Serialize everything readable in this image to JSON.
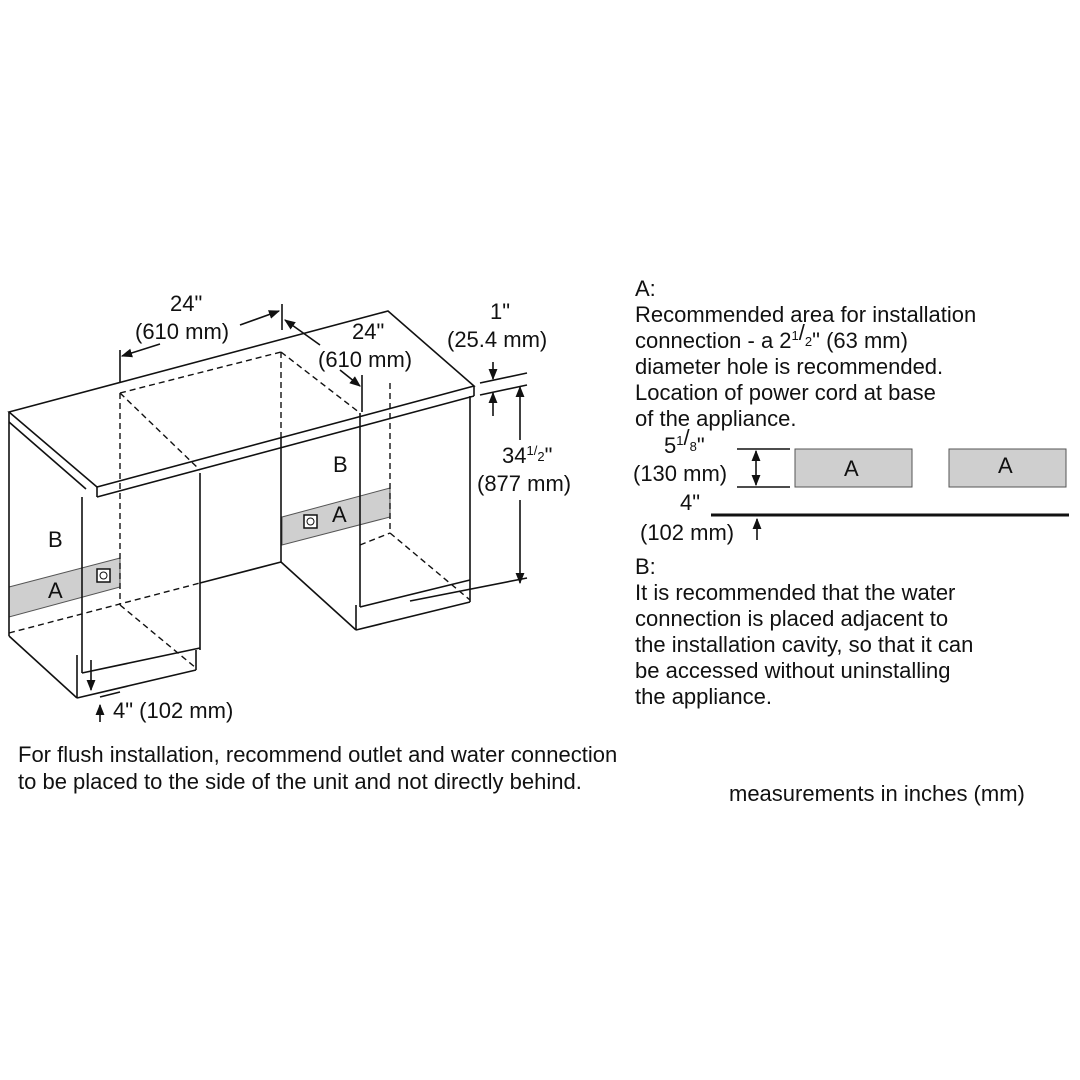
{
  "diagram": {
    "dim_width1": {
      "inch": "24\"",
      "mm": "(610 mm)"
    },
    "dim_depth": {
      "inch": "24\"",
      "mm": "(610 mm)"
    },
    "dim_counter": {
      "inch": "1\"",
      "mm": "(25.4 mm)"
    },
    "dim_height": {
      "inch_whole": "34",
      "inch_num": "1",
      "inch_den": "2",
      "inch_mark": "\"",
      "mm": "(877 mm)"
    },
    "dim_toe": "4\" (102 mm)",
    "zone_b": "B",
    "zone_a": "A"
  },
  "legend_a": {
    "heading": "A:",
    "line1": "Recommended area for installation",
    "line2_pre": "connection - a 2",
    "line2_num": "1",
    "line2_den": "2",
    "line2_post": "\" (63 mm)",
    "line3": "diameter hole is recommended.",
    "line4": "Location of power cord at base",
    "line5": "of the appliance."
  },
  "detail": {
    "height_inch_whole": "5",
    "height_num": "1",
    "height_den": "8",
    "height_mark": "\"",
    "height_mm": "(130 mm)",
    "base_inch": "4\"",
    "base_mm": "(102 mm)",
    "box_label": "A"
  },
  "legend_b": {
    "heading": "B:",
    "lines": [
      "It is recommended that the water",
      "connection is placed adjacent to",
      "the installation cavity, so that it can",
      "be accessed without uninstalling",
      "the appliance."
    ]
  },
  "notes": {
    "flush_line1": "For flush installation, recommend outlet and water connection",
    "flush_line2": "to be placed to the side of the unit and not directly behind.",
    "units": "measurements in inches (mm)"
  },
  "colors": {
    "band": "#cfcfcf",
    "line": "#111111"
  }
}
